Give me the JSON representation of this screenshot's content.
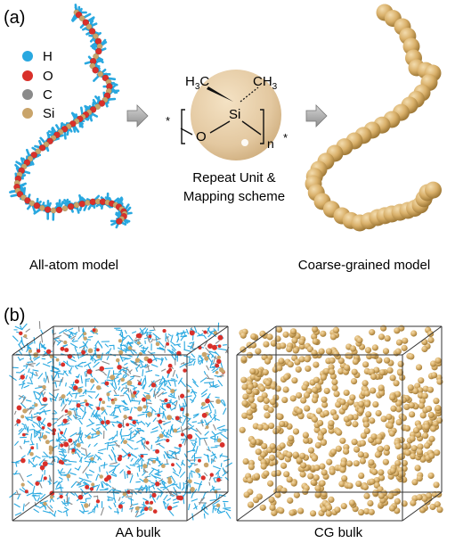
{
  "figure": {
    "panel_a_label": "(a)",
    "panel_b_label": "(b)",
    "legend": [
      {
        "symbol": "H",
        "color": "#29a8e0"
      },
      {
        "symbol": "O",
        "color": "#d9302a"
      },
      {
        "symbol": "C",
        "color": "#8a8a8a"
      },
      {
        "symbol": "Si",
        "color": "#c9a46a"
      }
    ],
    "all_atom_caption": "All-atom model",
    "coarse_grained_caption": "Coarse-grained model",
    "repeat_unit_caption_line1": "Repeat Unit &",
    "repeat_unit_caption_line2": "Mapping scheme",
    "molecule": {
      "methyl_left": "H3C",
      "methyl_right": "CH3",
      "silicon": "Si",
      "oxygen": "O",
      "subscript": "n",
      "end_left": "*",
      "end_right": "*"
    },
    "aa_bulk_caption": "AA bulk",
    "cg_bulk_caption": "CG bulk",
    "colors": {
      "bead": "#dcb46e",
      "bead_dark": "#a8823f",
      "arrow": "#a8a8a8",
      "hydrogen": "#29a8e0",
      "oxygen": "#d9302a",
      "carbon": "#8a8a8a",
      "silicon": "#c9a46a"
    }
  }
}
